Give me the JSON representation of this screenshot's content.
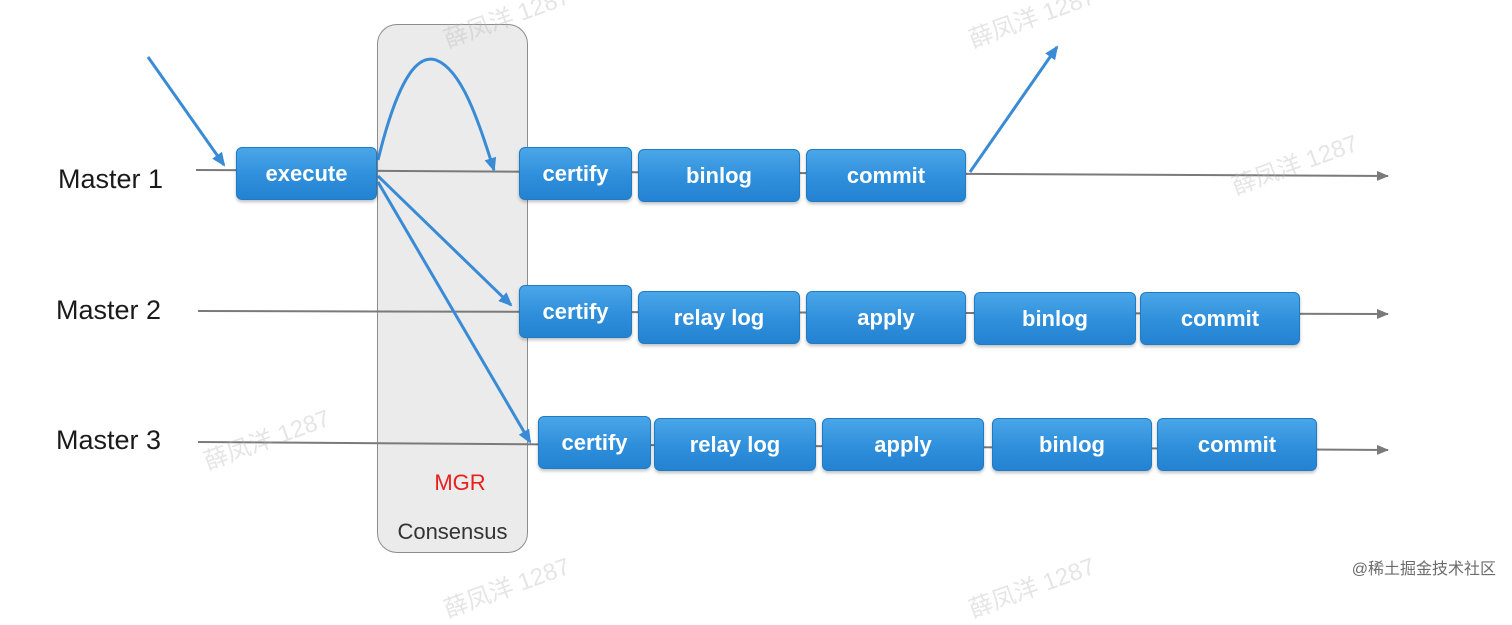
{
  "colors": {
    "line": "#7a7a7a",
    "flow_arrow": "#3a8bd6",
    "step_fill": "#2f8fdb",
    "mgr_red": "#e8201c",
    "consensus_bg": "#ebebeb"
  },
  "consensus": {
    "mgr_label": "MGR",
    "title": "Consensus"
  },
  "masters": [
    {
      "label": "Master 1",
      "steps": [
        "execute",
        "certify",
        "binlog",
        "commit"
      ]
    },
    {
      "label": "Master 2",
      "steps": [
        "certify",
        "relay log",
        "apply",
        "binlog",
        "commit"
      ]
    },
    {
      "label": "Master 3",
      "steps": [
        "certify",
        "relay log",
        "apply",
        "binlog",
        "commit"
      ]
    }
  ],
  "watermark": {
    "text": "薛凤洋 1287"
  },
  "credit": "@稀土掘金技术社区"
}
